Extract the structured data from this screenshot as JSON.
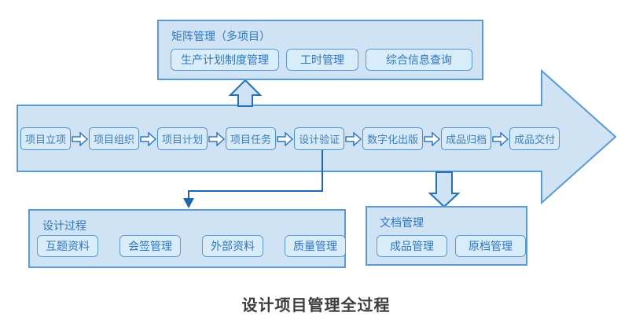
{
  "colors": {
    "panel_fill": "#cfe3f5",
    "panel_border": "#5b9bd5",
    "chip_fill": "#d9ecfa",
    "chip_text": "#2e77bd",
    "connector_blue": "#1e66ad",
    "caption_text": "#3d3d3d"
  },
  "matrix_panel": {
    "title": "矩阵管理（多项目）",
    "buttons": [
      "生产计划制度管理",
      "工时管理",
      "综合信息查询"
    ]
  },
  "process_arrow": {
    "steps": [
      "项目立项",
      "项目组织",
      "项目计划",
      "项目任务",
      "设计验证",
      "数字化出版",
      "成品归档",
      "成品交付"
    ]
  },
  "design_panel": {
    "title": "设计过程",
    "buttons": [
      "互题资料",
      "会签管理",
      "外部资料",
      "质量管理"
    ]
  },
  "document_panel": {
    "title": "文档管理",
    "buttons": [
      "成品管理",
      "原档管理"
    ]
  },
  "caption": "设计项目管理全过程"
}
